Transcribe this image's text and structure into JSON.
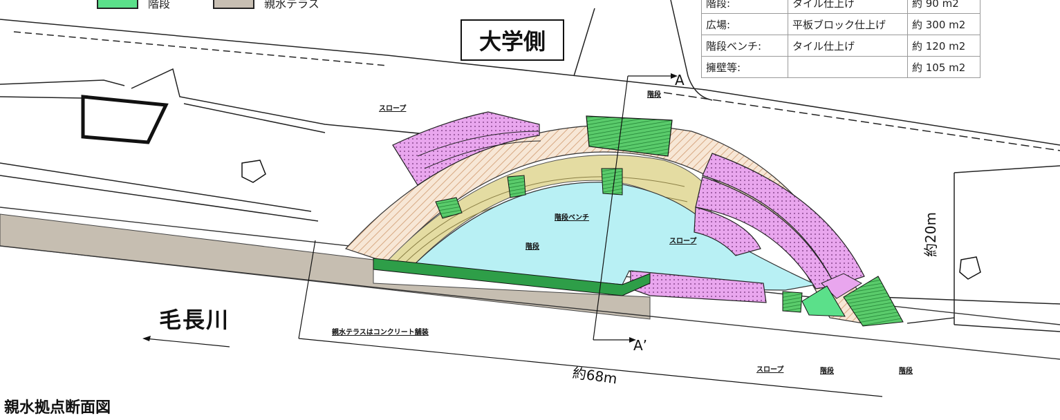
{
  "legend": {
    "items": [
      {
        "label": "階段",
        "color": "#5be08a"
      },
      {
        "label": "親水テラス",
        "color": "#c8bfb3"
      }
    ]
  },
  "university_side": "大学側",
  "finish_table": [
    {
      "area": "階段:",
      "finish": "タイル仕上げ",
      "size": "約 90 m2"
    },
    {
      "area": "広場:",
      "finish": "平板ブロック仕上げ",
      "size": "約 300 m2"
    },
    {
      "area": "階段ベンチ:",
      "finish": "タイル仕上げ",
      "size": "約 120 m2"
    },
    {
      "area": "擁壁等:",
      "finish": "",
      "size": "約 105 m2"
    }
  ],
  "plan": {
    "river_name": "毛長川",
    "section_start": "A",
    "section_end": "A’",
    "length_dim": "約68m",
    "width_dim": "約20m",
    "labels": {
      "slope_upper": "スロープ",
      "stairs_top": "階段",
      "stair_bench": "階段ベンチ",
      "slope_right": "スロープ",
      "stairs_center": "階段",
      "terrace_note": "親水テラスはコンクリート舗装",
      "slope_bottom": "スロープ",
      "stairs_bottom1": "階段",
      "stairs_bottom2": "階段"
    },
    "colors": {
      "plaza": "#b8f0f4",
      "bench": "#e4dca2",
      "slope": "#e9a6ee",
      "stairs": "#38b24e",
      "terrace": "#c6beb1",
      "hatch": "#e8c9a8"
    }
  },
  "caption": "親水拠点断面図"
}
